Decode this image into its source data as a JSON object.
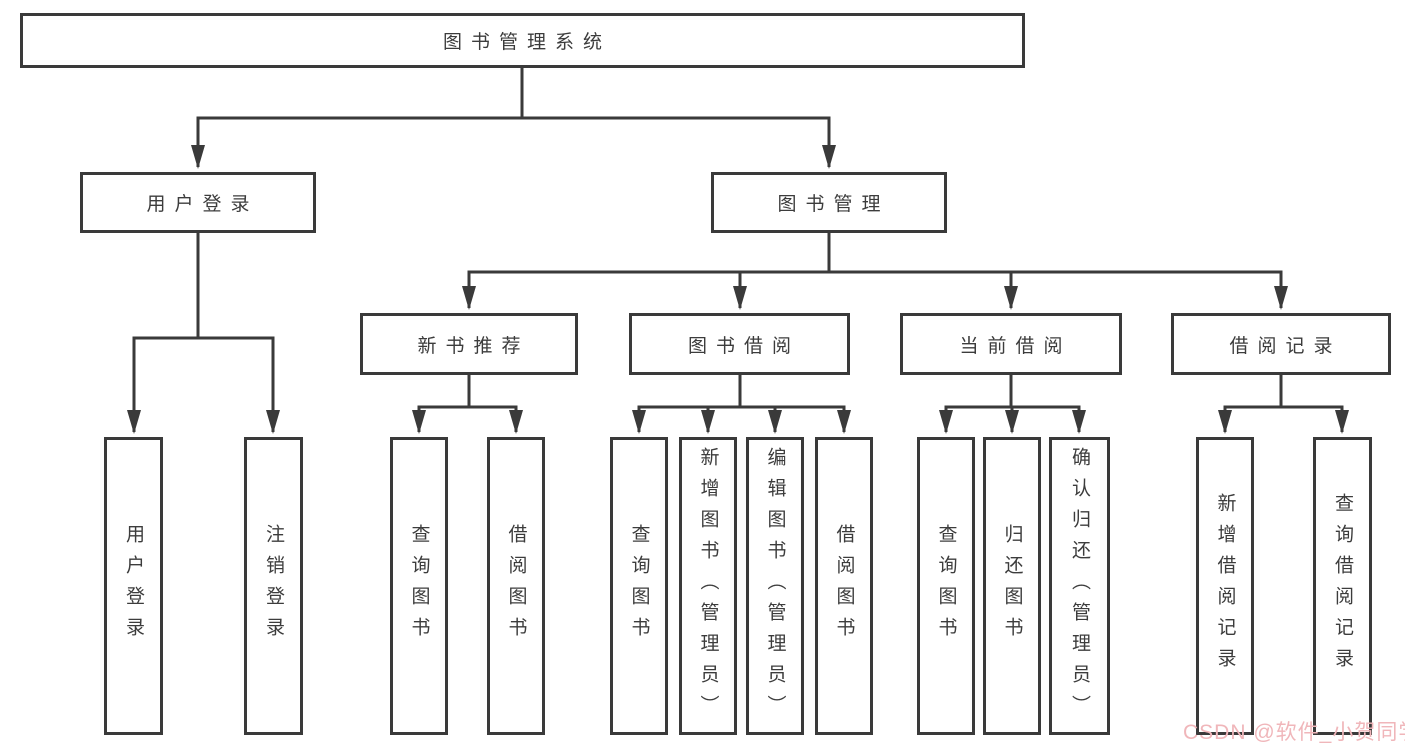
{
  "diagram": {
    "root": "图书管理系统",
    "level2": {
      "user_login": "用户登录",
      "book_management": "图书管理"
    },
    "level3": {
      "new_book_recommend": "新书推荐",
      "book_borrowing": "图书借阅",
      "current_borrowing": "当前借阅",
      "borrow_records": "借阅记录"
    },
    "leaves": {
      "user_login": "用户登录",
      "logout": "注销登录",
      "recommend_query_books": "查询图书",
      "recommend_borrow_books": "借阅图书",
      "borrowing_query_books": "查询图书",
      "borrowing_add_books": "新增图书（管理员）",
      "borrowing_edit_books": "编辑图书（管理员）",
      "borrowing_borrow_books": "借阅图书",
      "current_query_books": "查询图书",
      "current_return_books": "归还图书",
      "current_confirm_return": "确认归还（管理员）",
      "records_add_record": "新增借阅记录",
      "records_query_record": "查询借阅记录"
    }
  },
  "watermark": "CSDN @软件_小贺同学",
  "colors": {
    "line": "#3a3a3a",
    "text": "#3c3c3c",
    "background": "#ffffff",
    "watermark": "#f0b6ba"
  }
}
